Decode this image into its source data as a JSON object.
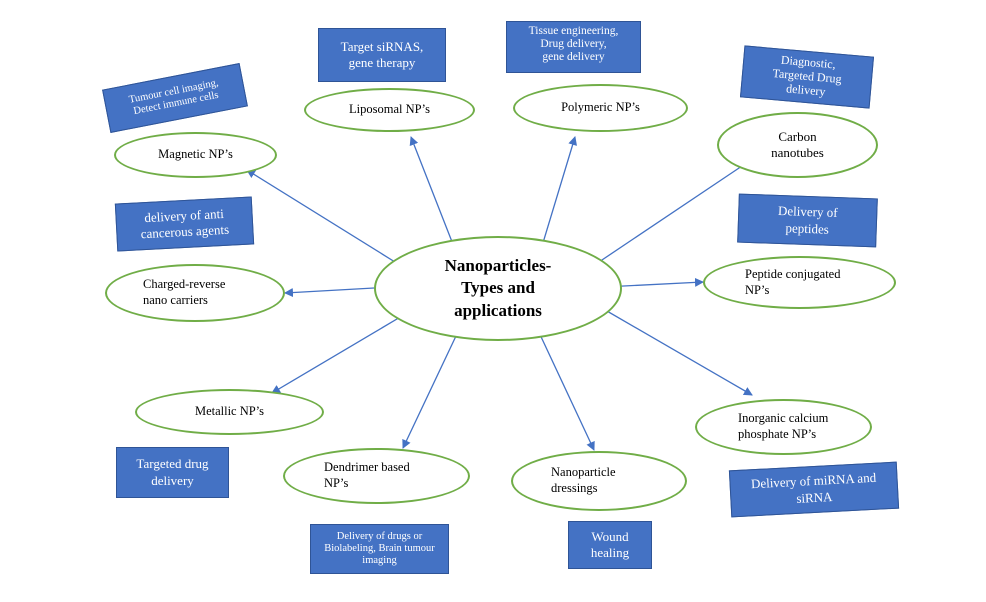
{
  "center": "Nanoparticles-\nTypes and\napplications",
  "nodes": {
    "liposomal": "Liposomal NP’s",
    "polymeric": "Polymeric NP’s",
    "magnetic": "Magnetic NP’s",
    "carbon": "Carbon\nnanotubes",
    "charged": "Charged-reverse\nnano carriers",
    "peptide": "Peptide conjugated\nNP’s",
    "metallic": "Metallic NP’s",
    "inorganic": "Inorganic calcium\nphosphate NP’s",
    "dendrimer": "Dendrimer based\nNP’s",
    "dressings": "Nanoparticle\ndressings"
  },
  "applications": {
    "liposomal": "Target siRNAS,\ngene therapy",
    "polymeric": "Tissue engineering,\nDrug delivery,\ngene delivery",
    "magnetic": "Tumour cell imaging,\nDetect immune cells",
    "carbon": "Diagnostic,\nTargeted  Drug\ndelivery",
    "charged": "delivery of anti\ncancerous agents",
    "peptide": "Delivery of\npeptides",
    "metallic": "Targeted drug\ndelivery",
    "inorganic": "Delivery of miRNA and\nsiRNA",
    "dendrimer": "Delivery of drugs or\nBiolabeling, Brain tumour\nimaging",
    "dressings": "Wound\nhealing"
  },
  "colors": {
    "ellipse_border": "#70ad47",
    "box_fill": "#4472c4",
    "box_border": "#2f5496",
    "arrow": "#4472c4"
  }
}
